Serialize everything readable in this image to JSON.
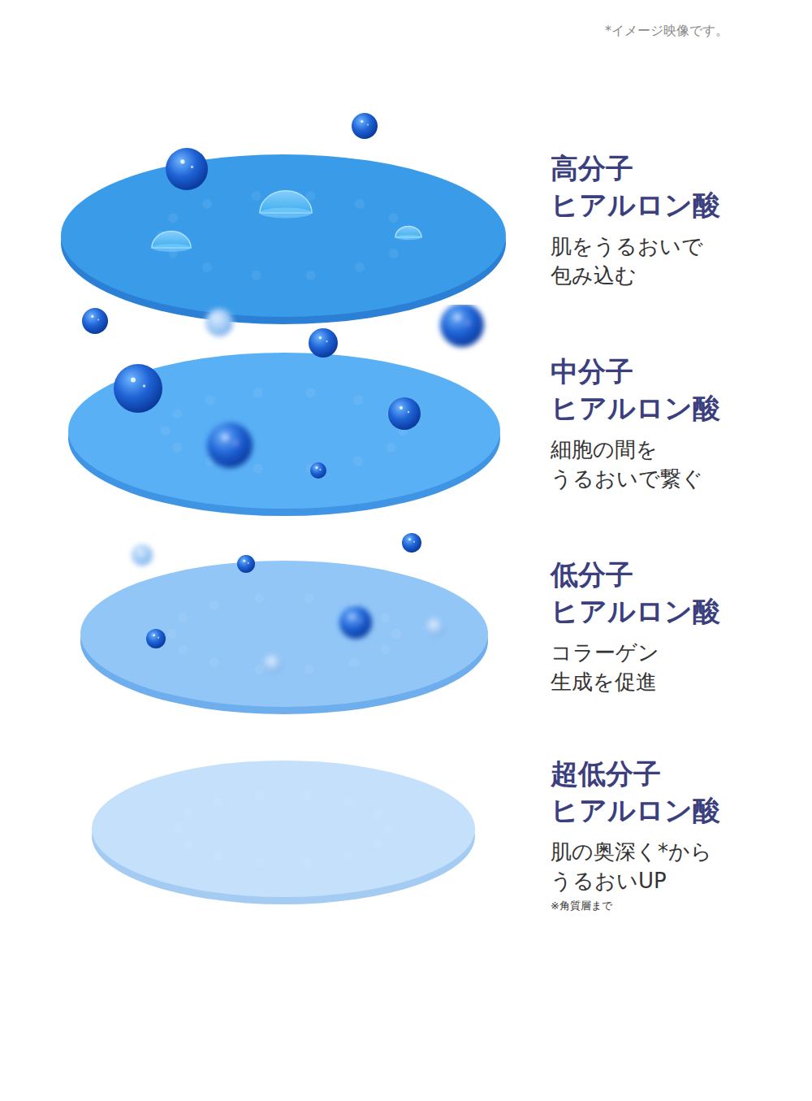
{
  "diagram": {
    "nodes": [
      {
        "text": [
          "高分子 ヒアルロン酸",
          "肌をうるおいで 包み込む"
        ]
      },
      {
        "text": [
          "中分子 ヒアルロン酸",
          "細胞の間を うるおいで繋ぐ"
        ]
      },
      {
        "text": [
          "低分子 ヒアルロン酸",
          "コラーゲン 生成を促進"
        ]
      },
      {
        "text": [
          "超低分子 ヒアルロン酸",
          "肌の奥深く*から うるおいUP",
          "※角質層まで"
        ]
      }
    ],
    "labels": [
      "*イメージ映像です。"
    ]
  }
}
